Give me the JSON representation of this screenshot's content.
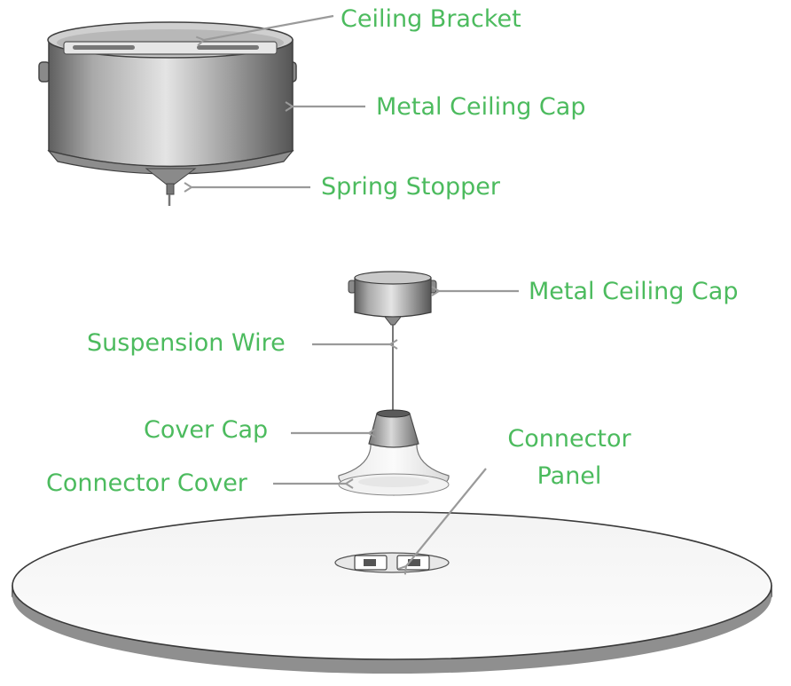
{
  "labels": {
    "ceiling_bracket": "Ceiling Bracket",
    "metal_ceiling_cap_top": "Metal Ceiling Cap",
    "spring_stopper": "Spring Stopper",
    "metal_ceiling_cap_small": "Metal Ceiling Cap",
    "suspension_wire": "Suspension Wire",
    "cover_cap": "Cover Cap",
    "connector_cover": "Connector Cover",
    "connector_panel_line1": "Connector",
    "connector_panel_line2": "Panel"
  },
  "colors": {
    "label": "#4cbb5e",
    "leader_line": "#9a9a9a",
    "metal_dark": "#6e6e6e",
    "metal_light": "#d6d6d6",
    "panel_fill": "#f7f7f7",
    "panel_edge": "#3a3a3a"
  }
}
